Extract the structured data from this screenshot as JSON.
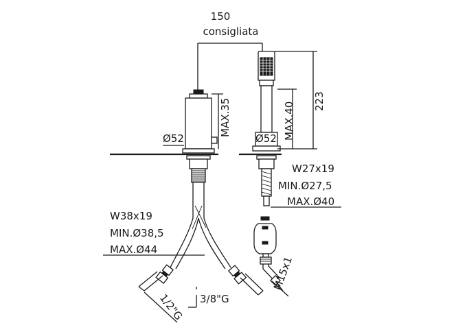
{
  "dimensions": {
    "spacing_value": "150",
    "spacing_note": "consigliata",
    "mixer_height": "MAX.35",
    "mixer_diameter": "Ø52",
    "shower_height": "223",
    "holder_height": "MAX.40",
    "holder_diameter": "Ø52",
    "hose_conn": "M15x1",
    "inlet_hot": "1/2\"G",
    "inlet_cold": "3/8\"G"
  },
  "mixer_hole": {
    "w": "W38x19",
    "min": "MIN.Ø38,5",
    "max": "MAX.Ø44"
  },
  "holder_hole": {
    "w": "W27x19",
    "min": "MIN.Ø27,5",
    "max": "MAX.Ø40"
  }
}
